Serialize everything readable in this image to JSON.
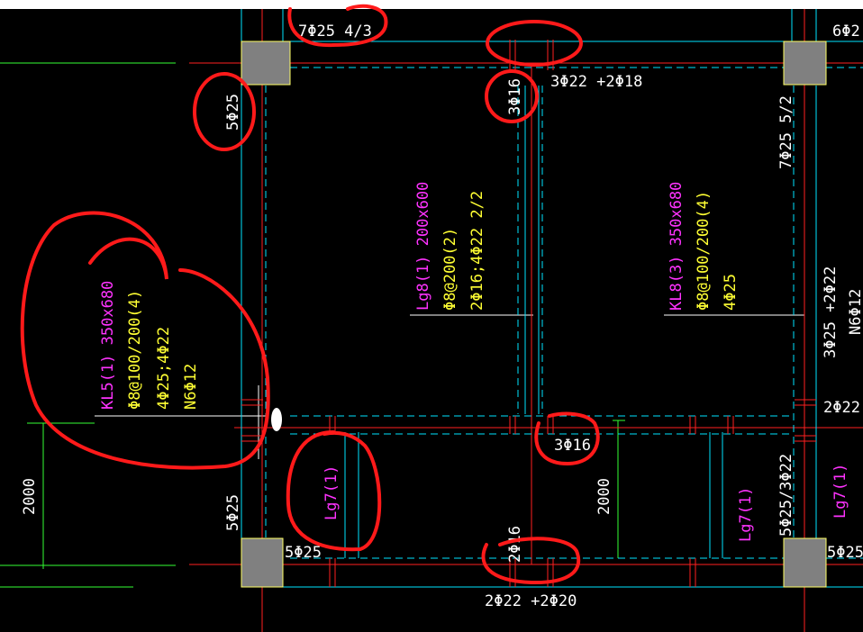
{
  "title_bar": "",
  "colors": {
    "background": "#000000",
    "beam_outline": "#00ffff",
    "beam_dashed": "#00ffff",
    "axis_line": "#ff2020",
    "column_fill": "#808080",
    "column_edge": "#ffff66",
    "dimension": "#33ff33",
    "text_white": "#ffffff",
    "text_magenta": "#ff33ff",
    "text_yellow": "#ffff33",
    "markup_circle": "#ff1a1a"
  },
  "labels": {
    "top_left_rebar": "7Φ25 4/3",
    "top_right_rebar": "6Φ2",
    "top_mid_bottom_bar": "3Φ22 +2Φ18",
    "top_mid_3phi16": "3Φ16",
    "left_5phi25_upper": "5Φ25",
    "right_7phi25": "7Φ25 5/2",
    "right_3phi25": "3Φ25 +2Φ22",
    "right_n6": "N6Φ12",
    "right_2phi22": "2Φ22",
    "center_3phi16": "3Φ16",
    "left_5phi25_lower": "5Φ25",
    "bottom_left_5phi25": "5Φ25",
    "bottom_right_5phi25": "5Φ25",
    "bottom_2phi16": "2Φ16",
    "bottom_bar": "2Φ22 +2Φ20",
    "right_5phi25_3phi22": "5Φ25/3Φ22",
    "dim_left": "2000",
    "dim_mid": "2000"
  },
  "beams": {
    "kl5": {
      "name": "KL5(1) 350x680",
      "stirrup": "Φ8@100/200(4)",
      "top": "4Φ25;4Φ22",
      "side": "N6Φ12"
    },
    "lg8": {
      "name": "Lg8(1) 200x600",
      "stirrup": "Φ8@200(2)",
      "bars": "2Φ16;4Φ22 2/2"
    },
    "kl8": {
      "name": "KL8(3) 350x680",
      "stirrup": "Φ8@100/200(4)",
      "bars": "4Φ25"
    },
    "lg7_left": "Lg7(1)",
    "lg7_mid": "Lg7(1)",
    "lg7_right": "Lg7(1)"
  }
}
